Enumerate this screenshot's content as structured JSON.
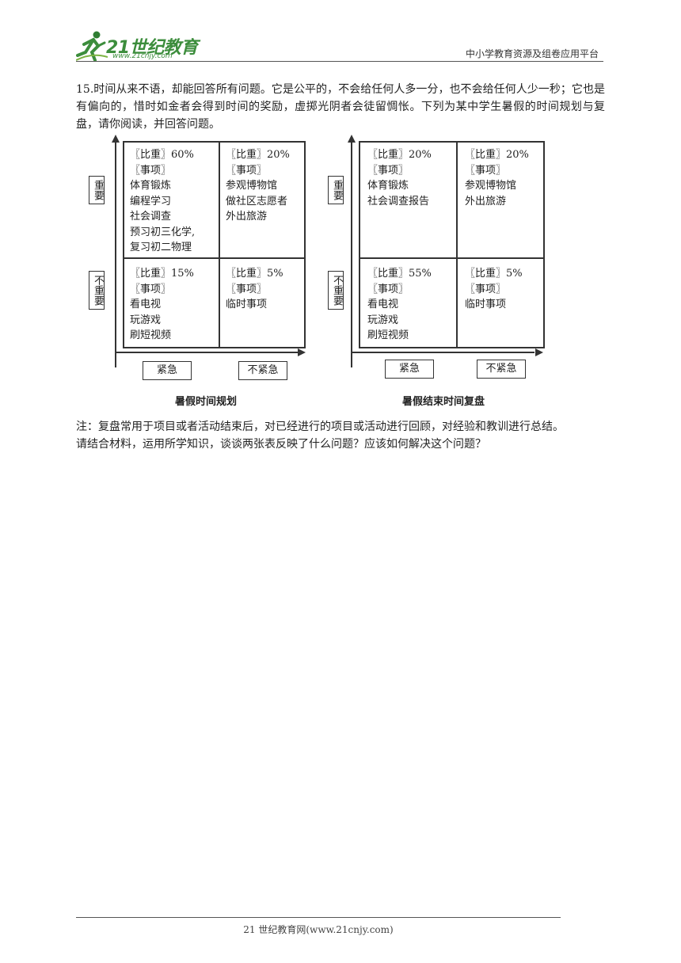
{
  "header": {
    "logo_text": "21世纪教育",
    "logo_site": "www.21cnjy.com",
    "right_text": "中小学教育资源及组卷应用平台"
  },
  "question": {
    "text": "15.时间从来不语，却能回答所有问题。它是公平的，不会给任何人多一分，也不会给任何人少一秒；它也是有偏向的，惜时如金者会得到时间的奖励，虚掷光阴者会徒留惆怅。下列为某中学生暑假的时间规划与复盘，请你阅读，并回答问题。"
  },
  "matrices": [
    {
      "caption": "暑假时间规划",
      "y_top_label": "重要",
      "y_bottom_label": "不重要",
      "x_left_label": "紧急",
      "x_right_label": "不紧急",
      "cells": {
        "tl": [
          "〖比重〗60%",
          "〖事项〗",
          "体育锻炼",
          "编程学习",
          "社会调查",
          "预习初三化学,",
          "复习初二物理"
        ],
        "tr": [
          "〖比重〗20%",
          "〖事项〗",
          "参观博物馆",
          "做社区志愿者",
          "外出旅游"
        ],
        "bl": [
          "〖比重〗15%",
          "〖事项〗",
          "看电视",
          "玩游戏",
          "刷短视频"
        ],
        "br": [
          "〖比重〗5%",
          "〖事项〗",
          "临时事项"
        ]
      }
    },
    {
      "caption": "暑假结束时间复盘",
      "y_top_label": "重要",
      "y_bottom_label": "不重要",
      "x_left_label": "紧急",
      "x_right_label": "不紧急",
      "cells": {
        "tl": [
          "〖比重〗20%",
          "〖事项〗",
          "体育锻炼",
          "社会调查报告"
        ],
        "tr": [
          "〖比重〗20%",
          "〖事项〗",
          "参观博物馆",
          "外出旅游"
        ],
        "bl": [
          "〖比重〗55%",
          "〖事项〗",
          "看电视",
          "玩游戏",
          "刷短视频"
        ],
        "br": [
          "〖比重〗5%",
          "〖事项〗",
          "临时事项"
        ]
      }
    }
  ],
  "note": {
    "line1": "注：复盘常用于项目或者活动结束后，对已经进行的项目或活动进行回顾，对经验和教训进行总结。",
    "line2": "请结合材料，运用所学知识，谈谈两张表反映了什么问题？应该如何解决这个问题？"
  },
  "footer": {
    "text": "21 世纪教育网(www.21cnjy.com)"
  }
}
